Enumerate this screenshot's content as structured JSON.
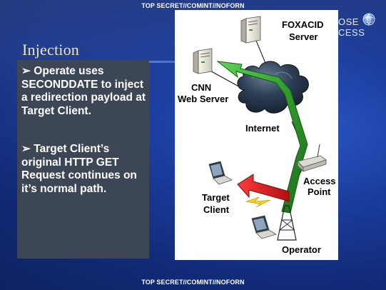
{
  "header": {
    "classification": "TOP SECRET//COMINT//NOFORN"
  },
  "footer": {
    "classification": "TOP SECRET//COMINT//NOFORN"
  },
  "slide": {
    "title": "Injection",
    "bullets": [
      "➢ Operate uses SECONDDATE to inject a redirection payload at Target Client.",
      "➢ Target Client’s original HTTP GET Request continues on it’s normal path."
    ]
  },
  "logo": {
    "line1": "OSE",
    "line2": "CESS"
  },
  "diagram": {
    "labels": {
      "foxacid_line1": "FOXACID",
      "foxacid_line2": "Server",
      "cnn_line1": "CNN",
      "cnn_line2": "Web Server",
      "internet": "Internet",
      "access_line1": "Access",
      "access_line2": "Point",
      "target_line1": "Target",
      "target_line2": "Client",
      "operator": "Operator"
    }
  },
  "colors": {
    "background": "#1a3b9c",
    "title": "#f1e5a9",
    "text_panel": "#3d4655",
    "green_arrow": "#33a02c",
    "red_arrow": "#e3181f",
    "cloud": "#1b2b3d"
  }
}
